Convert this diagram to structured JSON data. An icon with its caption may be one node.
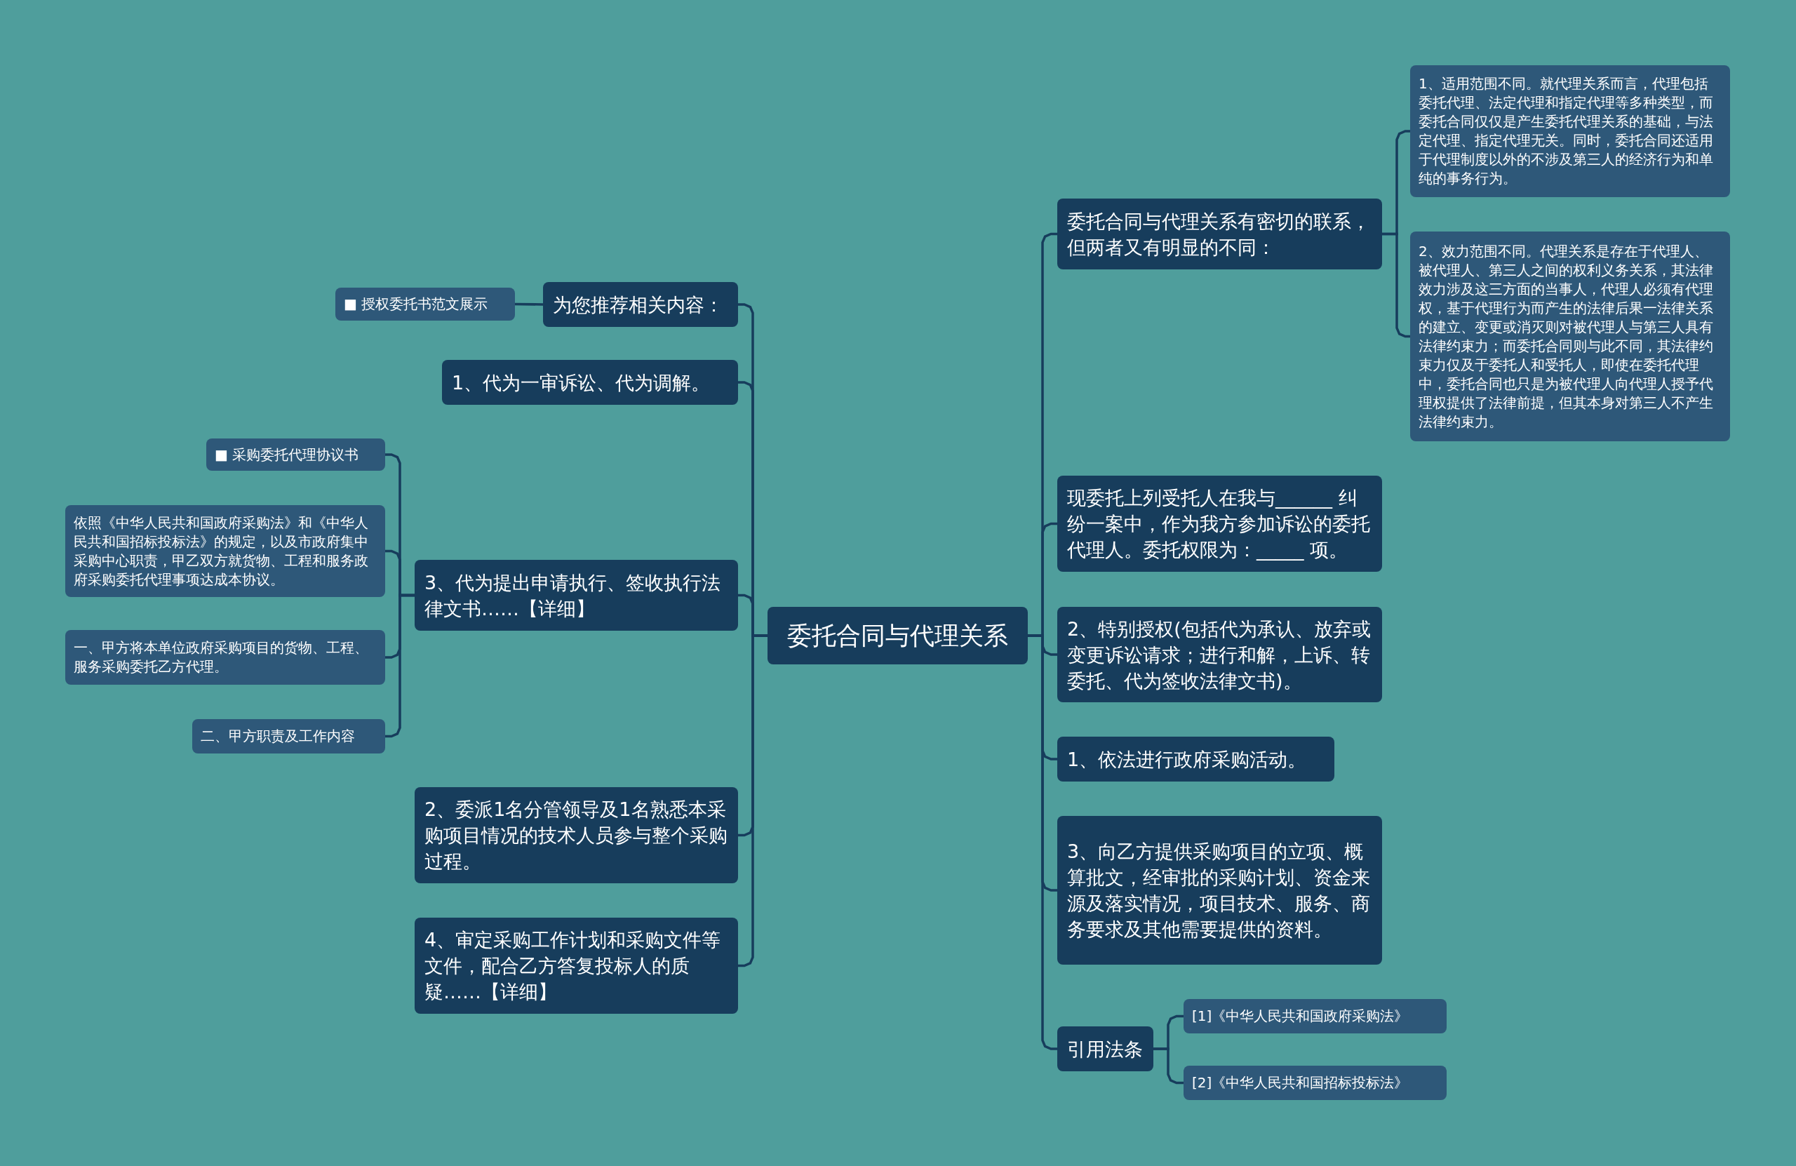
{
  "diagram": {
    "nodes": [
      {
        "text": [
          "委托合同与代理关系"
        ]
      },
      {
        "text": [
          "为您推荐相关内容："
        ]
      },
      {
        "text": [
          "■ 授权委托书范文展示"
        ]
      },
      {
        "text": [
          "1、代为一审诉讼、代为调解。"
        ]
      },
      {
        "text": [
          "3、代为提出申请执行、签收执行法律文书……【详细】"
        ]
      },
      {
        "text": [
          "■ 采购委托代理协议书"
        ]
      },
      {
        "text": [
          "依照《中华人民共和国政府采购法》和《中华人民共和国招标投标法》的规定，以及市政府集中采购中心职责，甲乙双方就货物、工程和服务政府采购委托代理事项达成本协议。"
        ]
      },
      {
        "text": [
          "一、甲方将本单位政府采购项目的货物、工程、服务采购委托乙方代理。"
        ]
      },
      {
        "text": [
          "二、甲方职责及工作内容"
        ]
      },
      {
        "text": [
          "2、委派1名分管领导及1名熟悉本采购项目情况的技术人员参与整个采购过程。"
        ]
      },
      {
        "text": [
          "4、审定采购工作计划和采购文件等文件，配合乙方答复投标人的质疑……【详细】"
        ]
      },
      {
        "text": [
          "委托合同与代理关系有密切的联系，但两者又有明显的不同："
        ]
      },
      {
        "text": [
          "1、适用范围不同。就代理关系而言，代理包括委托代理、法定代理和指定代理等多种类型，而委托合同仅仅是产生委托代理关系的基础，与法定代理、指定代理无关。同时，委托合同还适用于代理制度以外的不涉及第三人的经济行为和单纯的事务行为。"
        ]
      },
      {
        "text": [
          "2、效力范围不同。代理关系是存在于代理人、被代理人、第三人之间的权利义务关系，其法律效力涉及这三方面的当事人，代理人必须有代理权，基于代理行为而产生的法律后果一法律关系的建立、变更或消灭则对被代理人与第三人具有法律约束力；而委托合同则与此不同，其法律约束力仅及于委托人和受托人，即使在委托代理中，委托合同也只是为被代理人向代理人授予代理权提供了法律前提，但其本身对第三人不产生法律约束力。"
        ]
      },
      {
        "text": [
          "现委托上列受托人在我与______ 纠纷一案中，作为我方参加诉讼的委托代理人。委托权限为：_____ 项。"
        ]
      },
      {
        "text": [
          "2、特别授权(包括代为承认、放弃或变更诉讼请求；进行和解，上诉、转委托、代为签收法律文书)。"
        ]
      },
      {
        "text": [
          "1、依法进行政府采购活动。"
        ]
      },
      {
        "text": [
          "3、向乙方提供采购项目的立项、概算批文，经审批的采购计划、资金来源及落实情况，项目技术、服务、商务要求及其他需要提供的资料。"
        ]
      },
      {
        "text": [
          "引用法条"
        ]
      },
      {
        "text": [
          "[1]《中华人民共和国政府采购法》"
        ]
      },
      {
        "text": [
          "[2]《中华人民共和国招标投标法》"
        ]
      }
    ],
    "edges": [
      {
        "from": 0,
        "to": 1,
        "arrow": "none"
      },
      {
        "from": 1,
        "to": 2,
        "arrow": "none"
      },
      {
        "from": 0,
        "to": 3,
        "arrow": "none"
      },
      {
        "from": 0,
        "to": 4,
        "arrow": "none"
      },
      {
        "from": 4,
        "to": 5,
        "arrow": "none"
      },
      {
        "from": 4,
        "to": 6,
        "arrow": "none"
      },
      {
        "from": 4,
        "to": 7,
        "arrow": "none"
      },
      {
        "from": 4,
        "to": 8,
        "arrow": "none"
      },
      {
        "from": 0,
        "to": 9,
        "arrow": "none"
      },
      {
        "from": 0,
        "to": 10,
        "arrow": "none"
      },
      {
        "from": 0,
        "to": 11,
        "arrow": "none"
      },
      {
        "from": 11,
        "to": 12,
        "arrow": "none"
      },
      {
        "from": 11,
        "to": 13,
        "arrow": "none"
      },
      {
        "from": 0,
        "to": 14,
        "arrow": "none"
      },
      {
        "from": 0,
        "to": 15,
        "arrow": "none"
      },
      {
        "from": 0,
        "to": 16,
        "arrow": "none"
      },
      {
        "from": 0,
        "to": 17,
        "arrow": "none"
      },
      {
        "from": 0,
        "to": 18,
        "arrow": "none"
      },
      {
        "from": 18,
        "to": 19,
        "arrow": "none"
      },
      {
        "from": 18,
        "to": 20,
        "arrow": "none"
      }
    ]
  }
}
